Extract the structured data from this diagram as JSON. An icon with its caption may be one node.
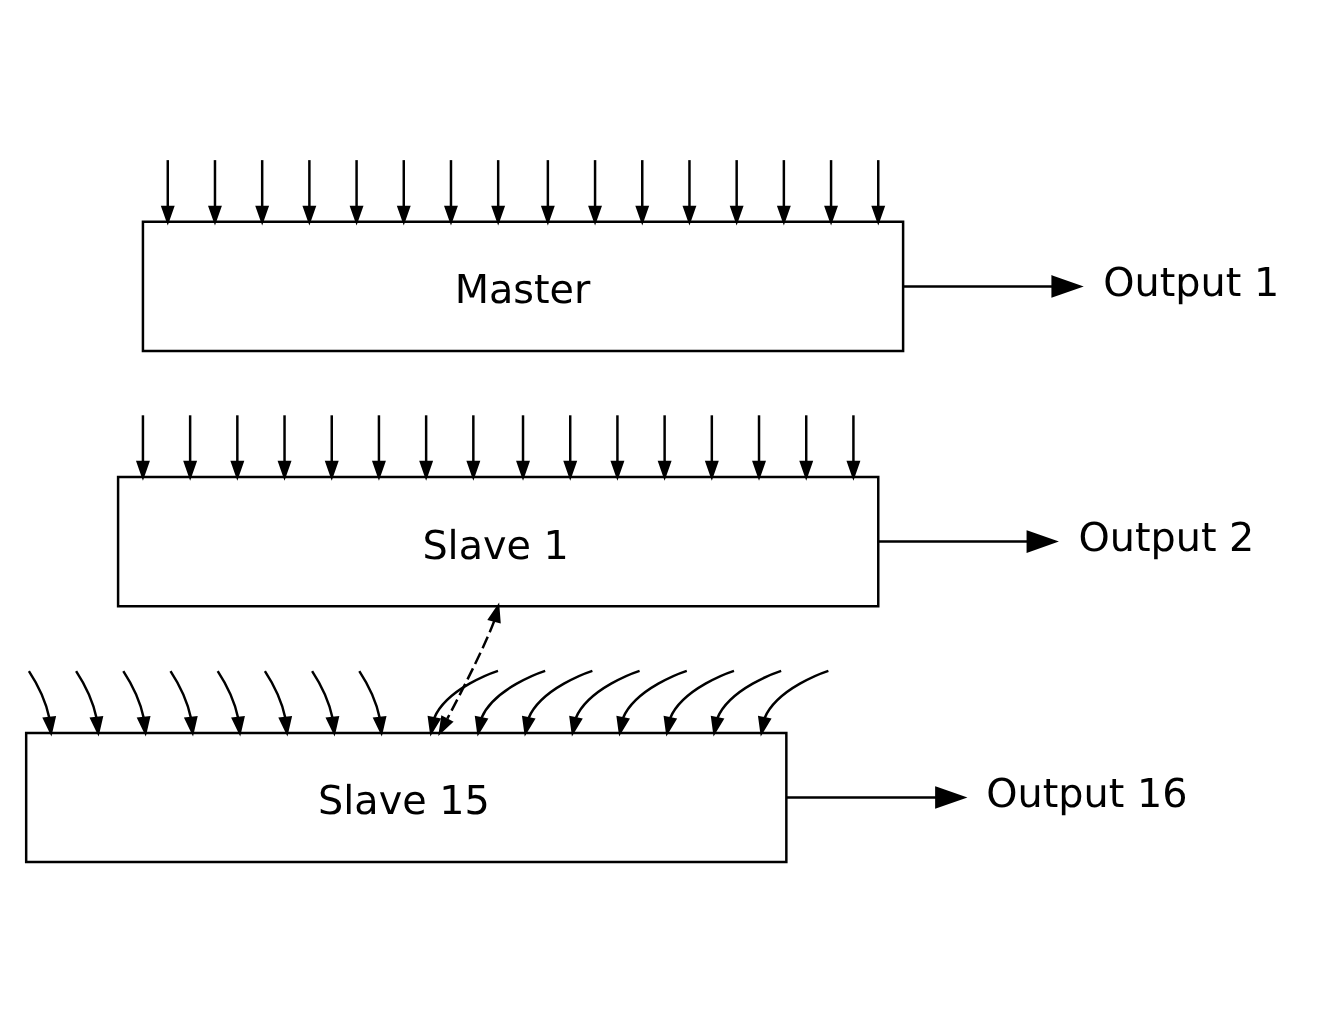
{
  "diagram": {
    "nodes": [
      {
        "text": [
          "Master"
        ]
      },
      {
        "text": [
          "Output 1"
        ]
      },
      {
        "text": [
          "Slave 1"
        ]
      },
      {
        "text": [
          "Output 2"
        ]
      },
      {
        "text": [
          "Slave 15"
        ]
      },
      {
        "text": [
          "Output 16"
        ]
      }
    ],
    "edges": [
      {
        "from": null,
        "to": 0,
        "arrow": "to"
      },
      {
        "from": null,
        "to": 0,
        "arrow": "to"
      },
      {
        "from": null,
        "to": 0,
        "arrow": "to"
      },
      {
        "from": null,
        "to": 0,
        "arrow": "to"
      },
      {
        "from": null,
        "to": 0,
        "arrow": "to"
      },
      {
        "from": null,
        "to": 0,
        "arrow": "to"
      },
      {
        "from": null,
        "to": 0,
        "arrow": "to"
      },
      {
        "from": null,
        "to": 0,
        "arrow": "to"
      },
      {
        "from": null,
        "to": 0,
        "arrow": "to"
      },
      {
        "from": null,
        "to": 0,
        "arrow": "to"
      },
      {
        "from": null,
        "to": 0,
        "arrow": "to"
      },
      {
        "from": null,
        "to": 0,
        "arrow": "to"
      },
      {
        "from": null,
        "to": 0,
        "arrow": "to"
      },
      {
        "from": null,
        "to": 0,
        "arrow": "to"
      },
      {
        "from": null,
        "to": 0,
        "arrow": "to"
      },
      {
        "from": null,
        "to": 0,
        "arrow": "to"
      },
      {
        "from": 0,
        "to": 1,
        "arrow": "to"
      },
      {
        "from": null,
        "to": 2,
        "arrow": "to"
      },
      {
        "from": null,
        "to": 2,
        "arrow": "to"
      },
      {
        "from": null,
        "to": 2,
        "arrow": "to"
      },
      {
        "from": null,
        "to": 2,
        "arrow": "to"
      },
      {
        "from": null,
        "to": 2,
        "arrow": "to"
      },
      {
        "from": null,
        "to": 2,
        "arrow": "to"
      },
      {
        "from": null,
        "to": 2,
        "arrow": "to"
      },
      {
        "from": null,
        "to": 2,
        "arrow": "to"
      },
      {
        "from": null,
        "to": 2,
        "arrow": "to"
      },
      {
        "from": null,
        "to": 2,
        "arrow": "to"
      },
      {
        "from": null,
        "to": 2,
        "arrow": "to"
      },
      {
        "from": null,
        "to": 2,
        "arrow": "to"
      },
      {
        "from": null,
        "to": 2,
        "arrow": "to"
      },
      {
        "from": null,
        "to": 2,
        "arrow": "to"
      },
      {
        "from": null,
        "to": 2,
        "arrow": "to"
      },
      {
        "from": null,
        "to": 2,
        "arrow": "to"
      },
      {
        "from": 2,
        "to": 3,
        "arrow": "to"
      },
      {
        "from": 2,
        "to": 4,
        "arrow": "both",
        "style": "dashed"
      },
      {
        "from": null,
        "to": 4,
        "arrow": "to"
      },
      {
        "from": null,
        "to": 4,
        "arrow": "to"
      },
      {
        "from": null,
        "to": 4,
        "arrow": "to"
      },
      {
        "from": null,
        "to": 4,
        "arrow": "to"
      },
      {
        "from": null,
        "to": 4,
        "arrow": "to"
      },
      {
        "from": null,
        "to": 4,
        "arrow": "to"
      },
      {
        "from": null,
        "to": 4,
        "arrow": "to"
      },
      {
        "from": null,
        "to": 4,
        "arrow": "to"
      },
      {
        "from": null,
        "to": 4,
        "arrow": "to"
      },
      {
        "from": null,
        "to": 4,
        "arrow": "to"
      },
      {
        "from": null,
        "to": 4,
        "arrow": "to"
      },
      {
        "from": null,
        "to": 4,
        "arrow": "to"
      },
      {
        "from": null,
        "to": 4,
        "arrow": "to"
      },
      {
        "from": null,
        "to": 4,
        "arrow": "to"
      },
      {
        "from": null,
        "to": 4,
        "arrow": "to"
      },
      {
        "from": null,
        "to": 4,
        "arrow": "to"
      },
      {
        "from": 4,
        "to": 5,
        "arrow": "to"
      }
    ]
  }
}
